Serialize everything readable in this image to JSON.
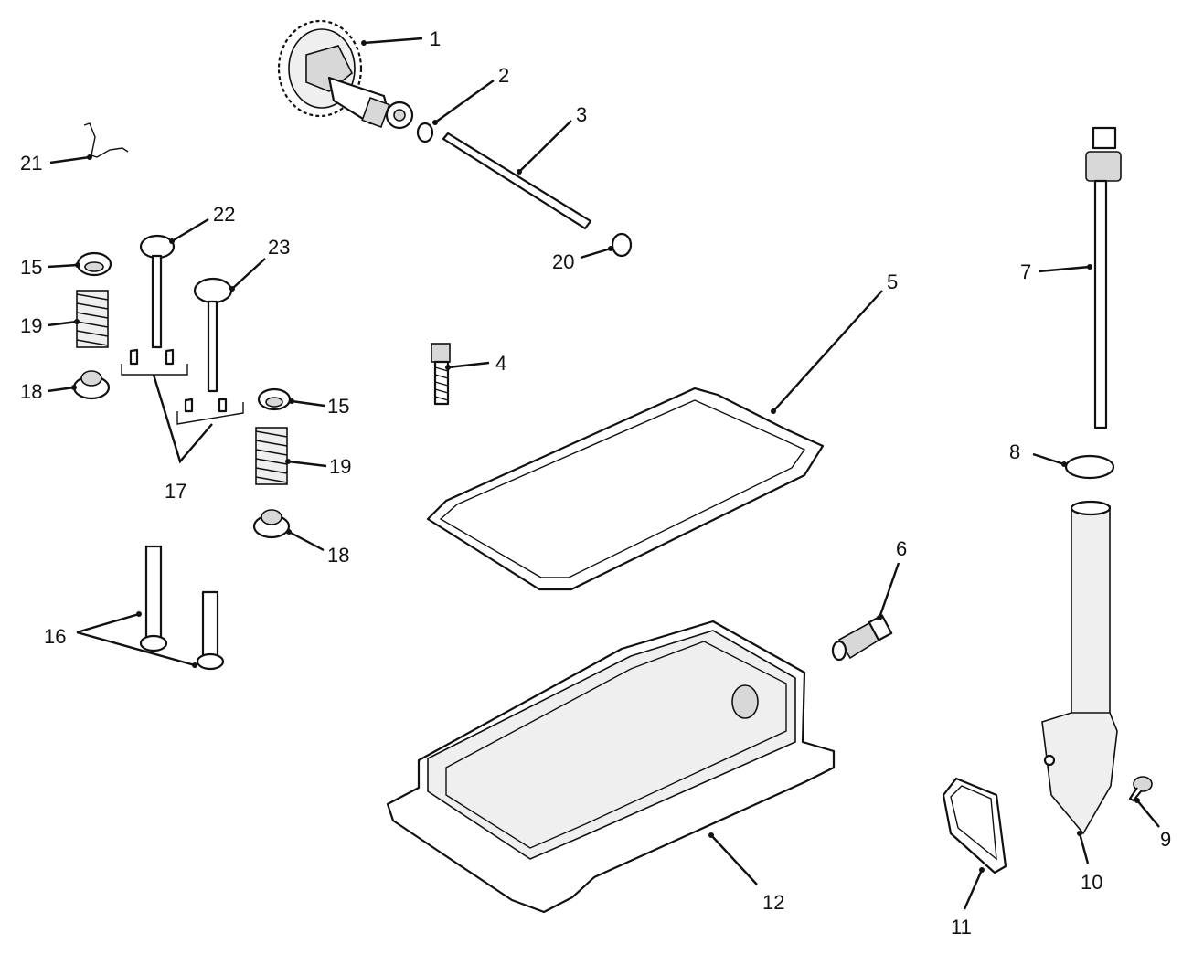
{
  "diagram": {
    "labels": [
      "1",
      "2",
      "3",
      "4",
      "5",
      "6",
      "7",
      "8",
      "9",
      "10",
      "11",
      "12",
      "15",
      "15",
      "16",
      "17",
      "18",
      "18",
      "19",
      "19",
      "20",
      "21",
      "22",
      "23"
    ]
  }
}
